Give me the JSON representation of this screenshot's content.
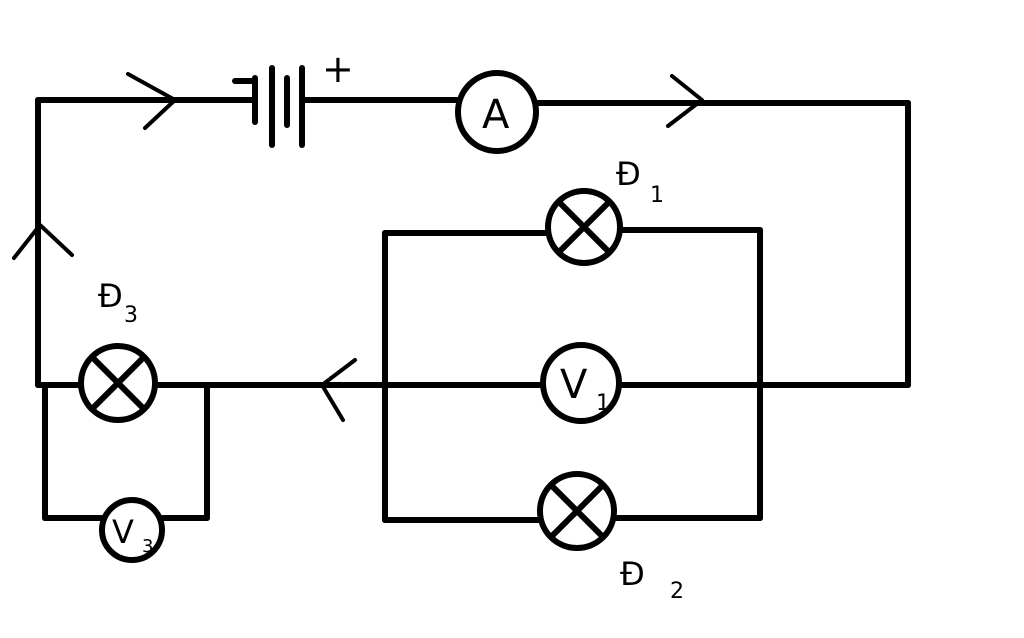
{
  "diagram": {
    "battery": {
      "polarity": "+"
    },
    "ammeter": {
      "letter": "A"
    },
    "lamps": [
      {
        "base": "Đ",
        "sub": "1"
      },
      {
        "base": "Đ",
        "sub": "2"
      },
      {
        "base": "Đ",
        "sub": "3"
      }
    ],
    "voltmeters": [
      {
        "letter": "V",
        "sub": "1"
      },
      {
        "letter": "V",
        "sub": "3"
      }
    ]
  }
}
